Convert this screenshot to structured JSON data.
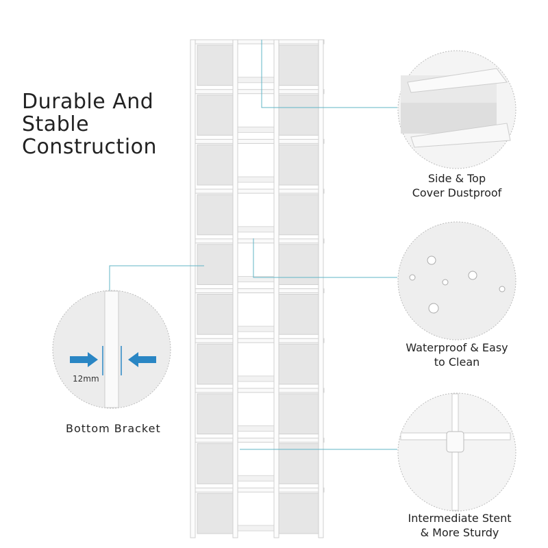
{
  "headline": {
    "line1": "Durable And",
    "line2": "Stable",
    "line3": "Construction"
  },
  "features": [
    {
      "line1": "Side & Top",
      "line2": "Cover Dustproof"
    },
    {
      "line1": "Waterproof & Easy",
      "line2": "to Clean"
    },
    {
      "line1": "Intermediate Stent",
      "line2": "& More Sturdy"
    }
  ],
  "bracket": {
    "label": "Bottom Bracket",
    "measure": "12mm"
  },
  "colors": {
    "accent": "#5fb4c6",
    "arrow": "#2a86c4",
    "fabric": "#e6e6e6"
  },
  "rack": {
    "tiers": 10
  }
}
